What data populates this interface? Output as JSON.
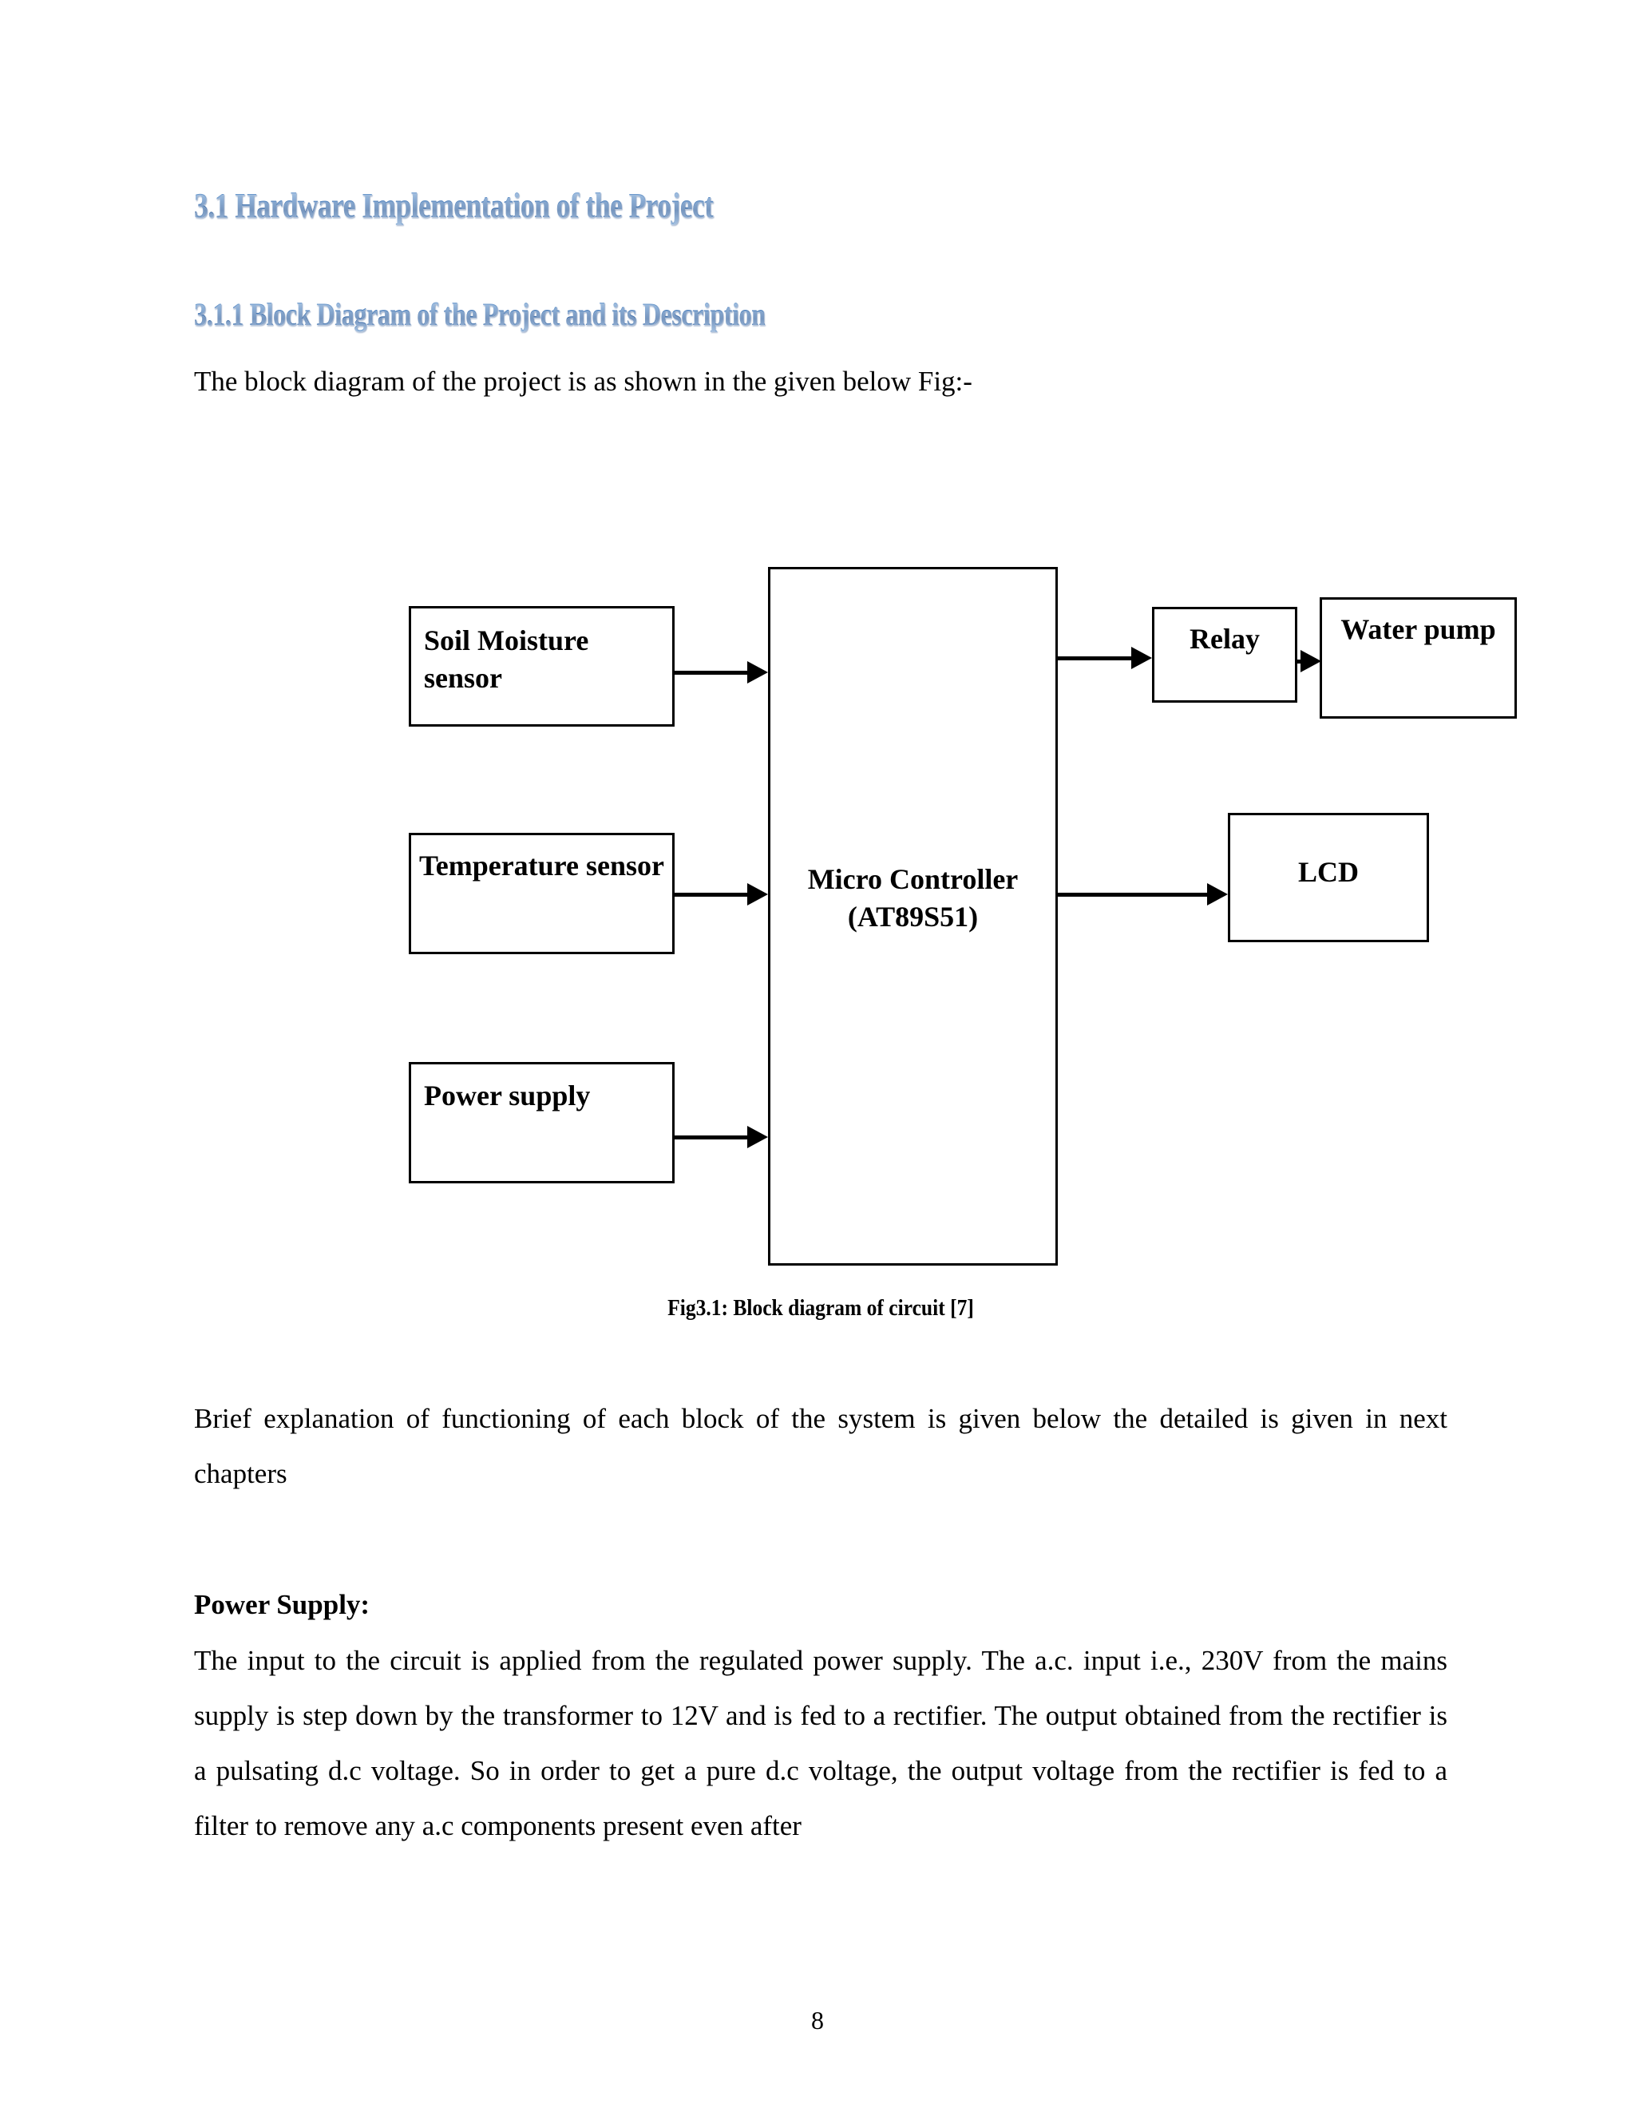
{
  "document": {
    "page_number": "8",
    "headings": {
      "section": "3.1 Hardware Implementation of the Project",
      "subsection": "3.1.1 Block Diagram of the Project and its Description"
    },
    "intro_line": "The block diagram of the project is as shown in the given below Fig:-",
    "figure_caption": "Fig3.1: Block diagram of circuit [7]",
    "paragraph_brief": "Brief explanation of functioning of each block of the system is given below the detailed is given in next chapters",
    "heading_power_supply": "Power Supply:",
    "paragraph_power": "The input to the circuit is applied from the regulated power supply. The a.c. input i.e., 230V from the mains supply is step down by the transformer to 12V and is fed to a rectifier. The output obtained from the rectifier is a pulsating d.c voltage. So in order to get a pure d.c voltage, the output voltage from the rectifier is fed to a filter to remove any a.c components present even after"
  },
  "colors": {
    "heading_blue": "#4a7ebb",
    "heading_blue_dark": "#2e5e9c",
    "heading_blue_light": "#9dc0e5",
    "text_black": "#000000",
    "page_background": "#ffffff",
    "box_border": "#000000"
  },
  "diagram": {
    "boxes": {
      "soil_moisture": "Soil Moisture sensor",
      "temperature": "Temperature sensor",
      "power_supply": "Power supply",
      "microcontroller": "Micro Controller (AT89S51)",
      "relay": "Relay",
      "water_pump": "Water pump",
      "lcd": "LCD"
    },
    "connections": [
      "soil-moisture-to-microcontroller",
      "temperature-to-microcontroller",
      "power-supply-to-microcontroller",
      "microcontroller-to-relay",
      "relay-to-water-pump",
      "microcontroller-to-lcd"
    ]
  }
}
